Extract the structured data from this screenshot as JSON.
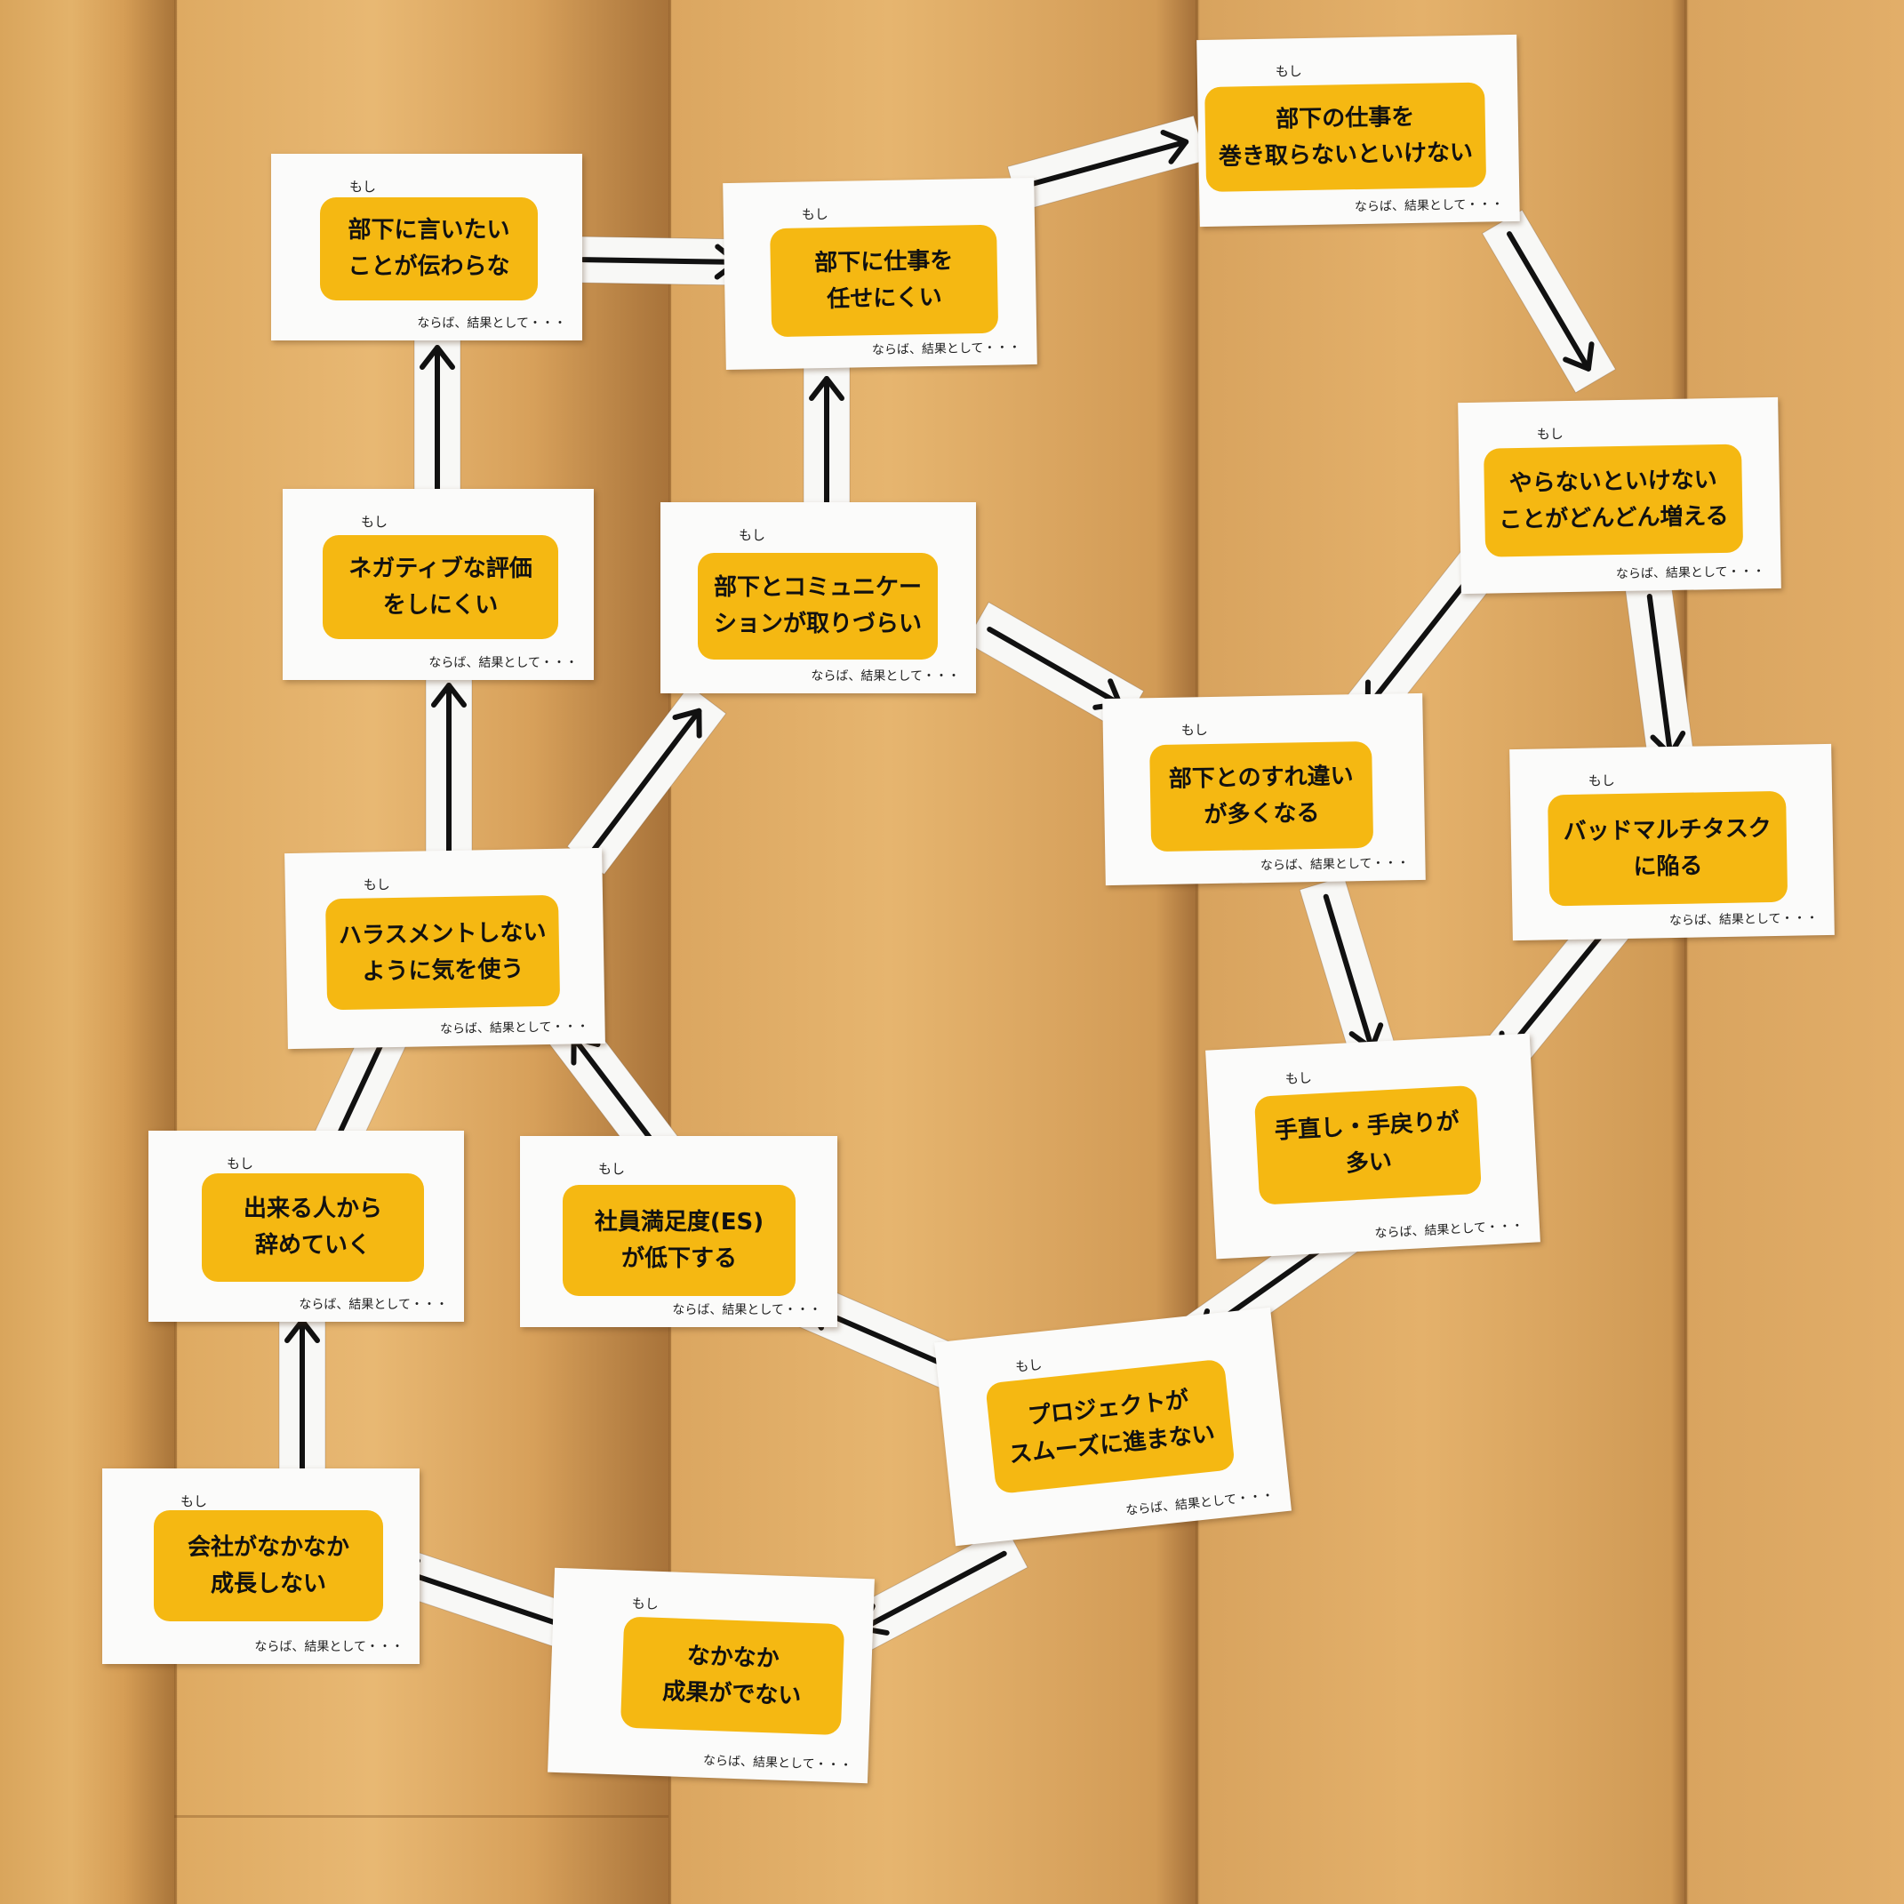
{
  "diagram": {
    "prefix": "もし",
    "suffix": "ならば、結果として・・・",
    "cards": [
      {
        "id": "c1",
        "text": "部下に言いたい\nことが伝わらな"
      },
      {
        "id": "c2",
        "text": "部下に仕事を\n任せにくい"
      },
      {
        "id": "c3",
        "text": "部下の仕事を\n巻き取らないといけない"
      },
      {
        "id": "c4",
        "text": "やらないといけない\nことがどんどん増える"
      },
      {
        "id": "c5",
        "text": "ネガティブな評価\nをしにくい"
      },
      {
        "id": "c6",
        "text": "部下とコミュニケー\nションが取りづらい"
      },
      {
        "id": "c7",
        "text": "部下とのすれ違い\nが多くなる"
      },
      {
        "id": "c8",
        "text": "バッドマルチタスク\nに陥る"
      },
      {
        "id": "c9",
        "text": "ハラスメントしない\nように気を使う"
      },
      {
        "id": "c10",
        "text": "手直し・手戻りが\n多い"
      },
      {
        "id": "c11",
        "text": "出来る人から\n辞めていく"
      },
      {
        "id": "c12",
        "text": "社員満足度(ES)\nが低下する"
      },
      {
        "id": "c13",
        "text": "プロジェクトが\nスムーズに進まない"
      },
      {
        "id": "c14",
        "text": "会社がなかなか\n成長しない"
      },
      {
        "id": "c15",
        "text": "なかなか\n成果がでない"
      }
    ],
    "arrows": [
      {
        "from": "c1",
        "to": "c2"
      },
      {
        "from": "c2",
        "to": "c3"
      },
      {
        "from": "c3",
        "to": "c4"
      },
      {
        "from": "c4",
        "to": "c7"
      },
      {
        "from": "c4",
        "to": "c8"
      },
      {
        "from": "c5",
        "to": "c1"
      },
      {
        "from": "c6",
        "to": "c2"
      },
      {
        "from": "c6",
        "to": "c7"
      },
      {
        "from": "c7",
        "to": "c10"
      },
      {
        "from": "c8",
        "to": "c10"
      },
      {
        "from": "c9",
        "to": "c5"
      },
      {
        "from": "c9",
        "to": "c6"
      },
      {
        "from": "c10",
        "to": "c13"
      },
      {
        "from": "c11",
        "to": "c9"
      },
      {
        "from": "c12",
        "to": "c9"
      },
      {
        "from": "c13",
        "to": "c12"
      },
      {
        "from": "c13",
        "to": "c15"
      },
      {
        "from": "c15",
        "to": "c14"
      },
      {
        "from": "c14",
        "to": "c11"
      }
    ]
  }
}
